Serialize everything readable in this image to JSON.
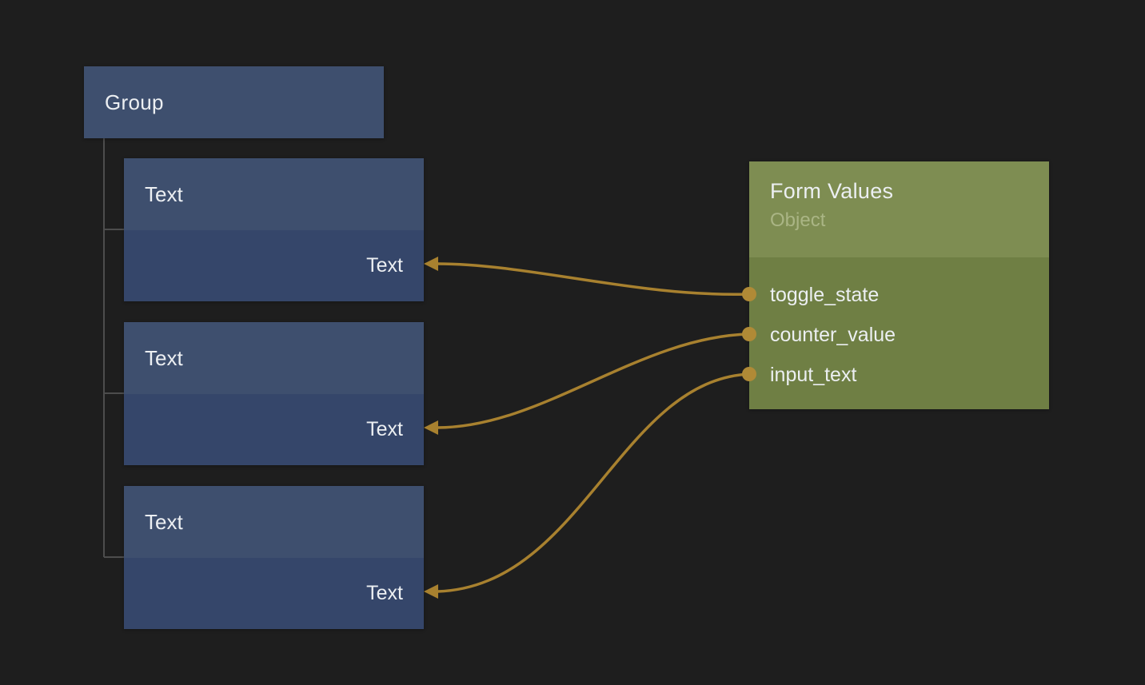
{
  "canvas": {
    "background": "#1e1e1e"
  },
  "group_node": {
    "title": "Group"
  },
  "text_nodes": [
    {
      "title": "Text",
      "port_label": "Text"
    },
    {
      "title": "Text",
      "port_label": "Text"
    },
    {
      "title": "Text",
      "port_label": "Text"
    }
  ],
  "form_values_node": {
    "title": "Form Values",
    "subtitle": "Object",
    "ports": [
      {
        "label": "toggle_state"
      },
      {
        "label": "counter_value"
      },
      {
        "label": "input_text"
      }
    ]
  },
  "connections": [
    {
      "from": "toggle_state",
      "to": "text-node-1"
    },
    {
      "from": "counter_value",
      "to": "text-node-2"
    },
    {
      "from": "input_text",
      "to": "text-node-3"
    }
  ],
  "colors": {
    "node_blue_header": "#3e4f6e",
    "node_blue_body": "#35466a",
    "node_green_header": "#7e8d52",
    "node_green_body": "#6f7f44",
    "wire": "#a8812f",
    "port_dot": "#b08a36",
    "tree_line": "#4d4d4d",
    "background": "#1e1e1e"
  }
}
